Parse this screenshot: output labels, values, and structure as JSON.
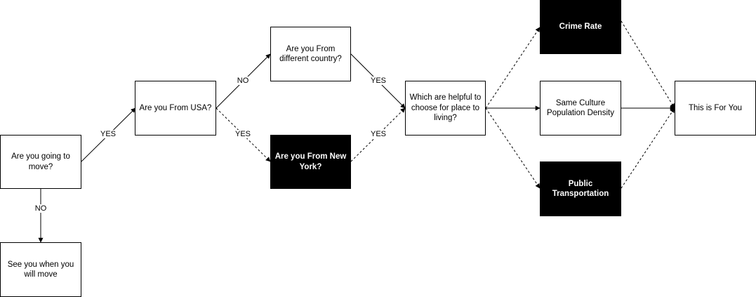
{
  "nodes": {
    "move": "Are you going to\nmove?",
    "see_you": "See you when you\nwill move",
    "from_usa": "Are you From USA?",
    "diff_country": "Are you From\ndifferent country?",
    "new_york": "Are you From New\nYork?",
    "helpful": "Which are helpful to\nchoose for place to\nliving?",
    "crime": "Crime Rate",
    "culture": "Same Culture\nPopulation Density",
    "transport": "Public Transportation",
    "for_you": "This is For You"
  },
  "edges": {
    "move_usa": "YES",
    "move_see": "NO",
    "usa_diff": "NO",
    "usa_ny": "YES",
    "diff_helpful": "YES",
    "ny_helpful": "YES"
  },
  "colors": {
    "stroke": "#000000",
    "dark_fill": "#000000",
    "light_fill": "#ffffff"
  }
}
